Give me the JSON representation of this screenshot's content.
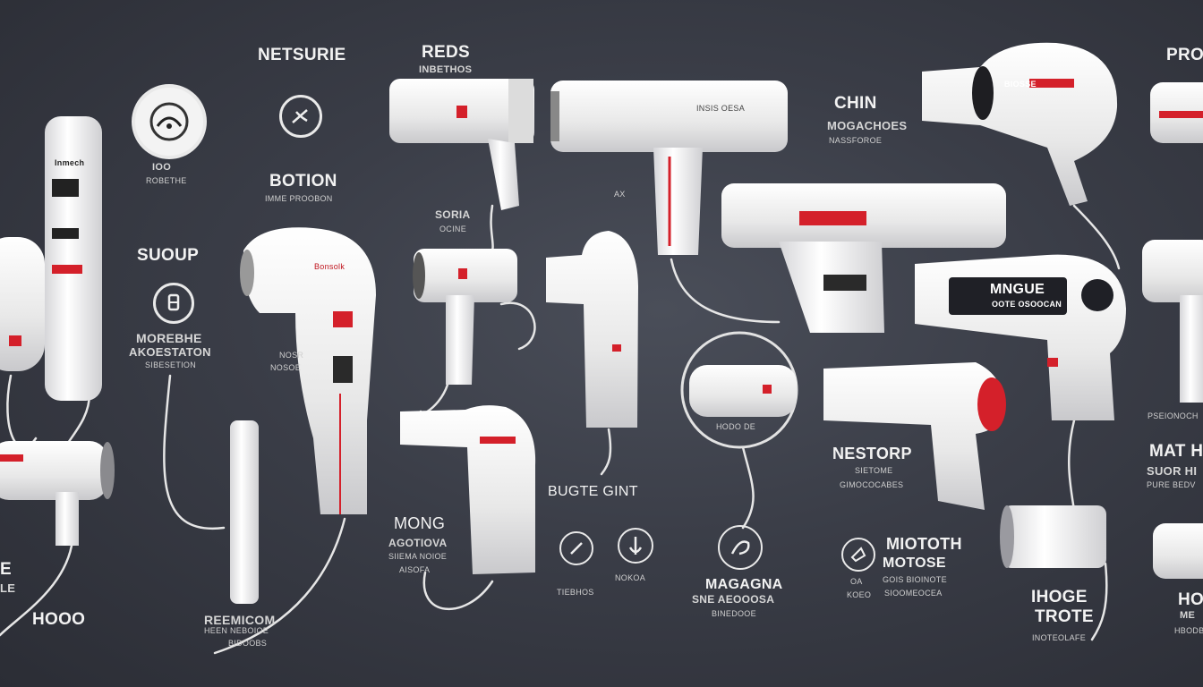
{
  "labels": {
    "netsurie": "NETSURIE",
    "reds": "REDS",
    "reds_sub": "INBETHOS",
    "pro": "PRO",
    "chin": "CHIN",
    "chin_sub1": "MOGACHOES",
    "chin_sub2": "NASSFOROE",
    "ioo": "IOO",
    "ioo_sub": "ROBETHE",
    "botion": "BOTION",
    "botion_sub": "IMME PROOBON",
    "soria": "SORIA",
    "soria_sub": "OCINE",
    "ax": "AX",
    "suoup": "SUOUP",
    "morebhe": "MOREBHE",
    "morebhe_sub1": "AKOESTATON",
    "morebhe_sub2": "SIBESETION",
    "nosr": "NOSR",
    "nosr_sub": "NOSOE",
    "mngue": "MNGUE",
    "mngue_sub": "OOTE OSOOCAN",
    "pseionoch": "PSEIONOCH",
    "mat": "MAT H",
    "mat_sub1": "SUOR HI",
    "mat_sub2": "PURE BEDV",
    "nestorp": "NESTORP",
    "nestorp_sub1": "SIETOME",
    "nestorp_sub2": "GIMOCOCABES",
    "bugte": "BUGTE GINT",
    "mong": "MONG",
    "mong_sub1": "AGOTIOVA",
    "mong_sub2": "SIIEMA NOIOE",
    "mong_sub3": "AISOFA",
    "miototh": "MIOTOTH",
    "motose": "MOTOSE",
    "motose_sub1": "GOIS BIOINOTE",
    "motose_sub2": "SIOOMEOCEA",
    "oa": "OA",
    "koeo": "KOEO",
    "magagna": "MAGAGNA",
    "magagna_sub1": "SNE AEOOOSA",
    "magagna_sub2": "BINEDOOE",
    "tiebhos": "TIEBHOS",
    "nokoa": "NOKOA",
    "hoo_left": "HOOO",
    "e_left": "E",
    "le_left": "LE",
    "reemicom": "REEMICOM",
    "reemicom_sub1": "HEEN NEBOIOE",
    "reemicom_sub2": "BIDOOBS",
    "ihoge": "IHOGE",
    "trote": "TROTE",
    "trote_sub": "INOTEOLAFE",
    "ho_right": "HO",
    "ho_right_sub": "ME",
    "hbodb": "HBODB",
    "hodo_mid": "HODO DE",
    "dev_lbl_1": "Inmech",
    "dev_lbl_2": "INSIS OESA",
    "dev_lbl_3": "BIOSSE",
    "dev_lbl_4": "Bonsolk"
  },
  "icons": [
    "gauge-icon",
    "fan-icon",
    "power-icon",
    "brush-icon",
    "droplet-icon",
    "nozzle-icon",
    "swirl-icon",
    "plug-icon"
  ],
  "colors": {
    "accent_red": "#d4202a",
    "body_white": "#f1f1f1",
    "background": "#3a3d47"
  }
}
